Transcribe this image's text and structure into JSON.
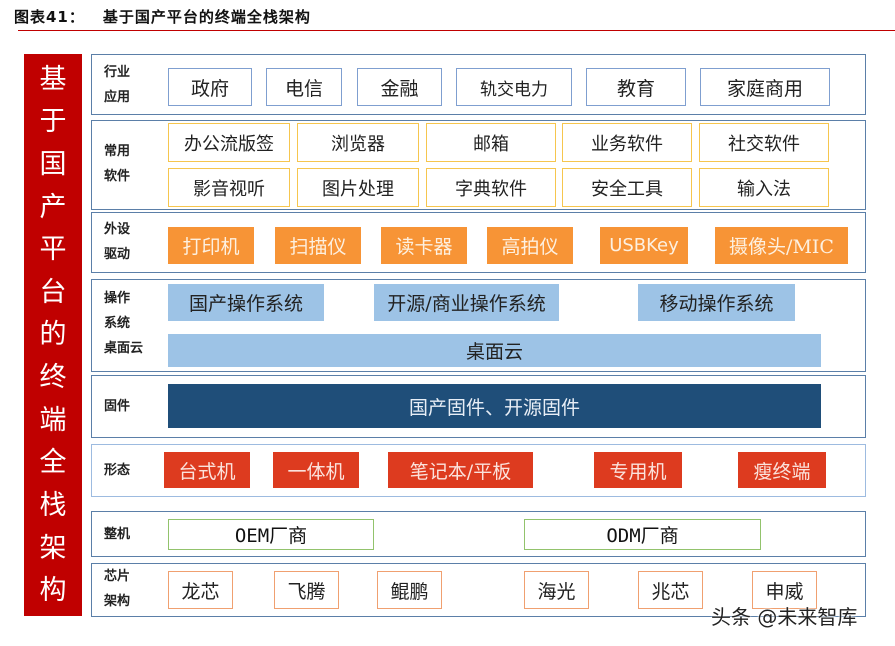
{
  "header": {
    "figure_label": "图表41：",
    "title": "基于国产平台的终端全栈架构"
  },
  "side_banner": {
    "chars": [
      "基",
      "于",
      "国",
      "产",
      "平",
      "台",
      "的",
      "终",
      "端",
      "全",
      "栈",
      "架",
      "构"
    ],
    "color": "#c00000"
  },
  "layers": {
    "industry": {
      "label_line1": "行业",
      "label_line2": "应用",
      "items": [
        "政府",
        "电信",
        "金融",
        "轨交电力",
        "教育",
        "家庭商用"
      ]
    },
    "software": {
      "label_line1": "常用",
      "label_line2": "软件",
      "row1": [
        "办公流版签",
        "浏览器",
        "邮箱",
        "业务软件",
        "社交软件"
      ],
      "row2": [
        "影音视听",
        "图片处理",
        "字典软件",
        "安全工具",
        "输入法"
      ]
    },
    "peripherals": {
      "label_line1": "外设",
      "label_line2": "驱动",
      "items": [
        "打印机",
        "扫描仪",
        "读卡器",
        "高拍仪",
        "USBKey",
        "摄像头/MIC"
      ],
      "color": "#f79436"
    },
    "os": {
      "label_line1": "操作",
      "label_line2": "系统",
      "label_line3": "桌面云",
      "items": [
        "国产操作系统",
        "开源/商业操作系统",
        "移动操作系统"
      ],
      "cloud": "桌面云",
      "color": "#9dc3e6"
    },
    "firmware": {
      "label": "固件",
      "bar": "国产固件、开源固件",
      "color": "#1f4e79"
    },
    "form": {
      "label": "形态",
      "items": [
        "台式机",
        "一体机",
        "笔记本/平板",
        "专用机",
        "瘦终端"
      ],
      "color": "#dd3b1f"
    },
    "machine": {
      "label": "整机",
      "items": [
        "OEM厂商",
        "ODM厂商"
      ]
    },
    "chip": {
      "label_line1": "芯片",
      "label_line2": "架构",
      "items": [
        "龙芯",
        "飞腾",
        "鲲鹏",
        "海光",
        "兆芯",
        "申威"
      ]
    }
  },
  "watermark": "头条 @未来智库"
}
